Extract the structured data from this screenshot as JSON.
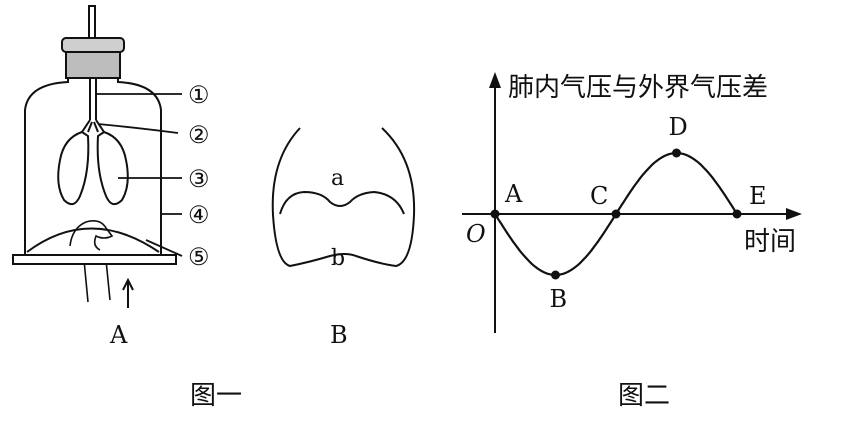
{
  "figure1": {
    "caption": "图一",
    "part_a": {
      "label": "A",
      "markers": [
        "①",
        "②",
        "③",
        "④",
        "⑤"
      ]
    },
    "part_b": {
      "label": "B",
      "upper_label": "a",
      "lower_label": "b"
    }
  },
  "figure2": {
    "caption": "图二",
    "y_axis_label": "肺内气压与外界气压差",
    "x_axis_label": "时间",
    "origin_label": "O",
    "points": [
      {
        "label": "A",
        "t": 0,
        "value": 0
      },
      {
        "label": "B",
        "t": 0.25,
        "value": -1
      },
      {
        "label": "C",
        "t": 0.5,
        "value": 0
      },
      {
        "label": "D",
        "t": 0.75,
        "value": 1
      },
      {
        "label": "E",
        "t": 1,
        "value": 0
      }
    ]
  }
}
